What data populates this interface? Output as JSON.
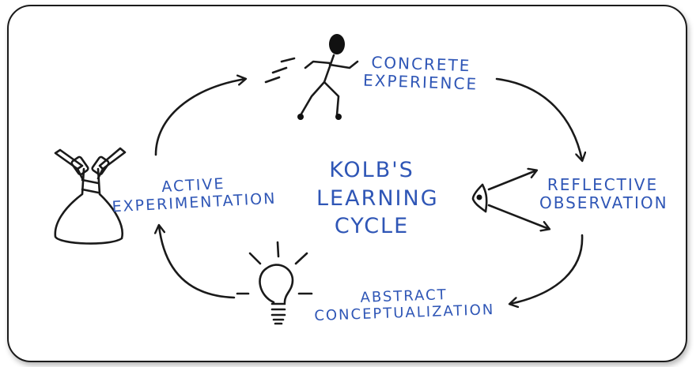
{
  "diagram": {
    "title_lines": [
      "KOLB'S",
      "LEARNING",
      "CYCLE"
    ],
    "stages": {
      "concrete": [
        "CONCRETE",
        "EXPERIENCE"
      ],
      "reflective": [
        "REFLECTIVE",
        "OBSERVATION"
      ],
      "abstract": [
        "ABSTRACT",
        "CONCEPTUALIZATION"
      ],
      "active": [
        "ACTIVE",
        "EXPERIMENTATION"
      ]
    },
    "icons": {
      "concrete": "running-stick-figure-icon",
      "reflective": "eye-icon",
      "abstract": "lightbulb-icon",
      "active": "flask-tongs-icon"
    },
    "colors": {
      "label": "#2f56b6",
      "ink": "#1a1a1a"
    }
  }
}
